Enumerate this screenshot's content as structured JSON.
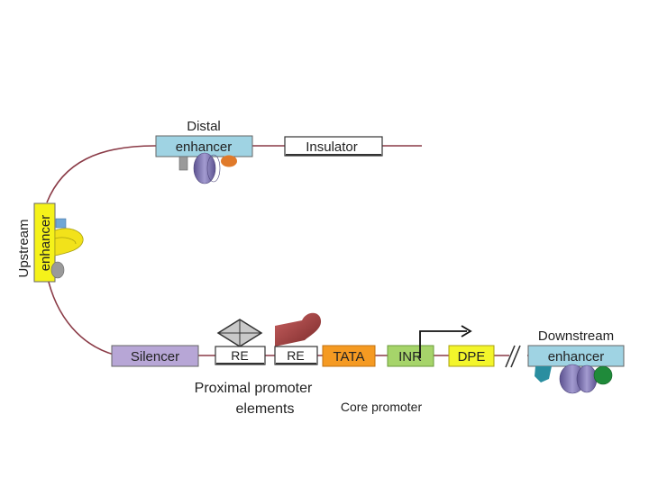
{
  "labels": {
    "distal_top": "Distal",
    "distal_box": "enhancer",
    "insulator": "Insulator",
    "upstream_outer": "Upstream",
    "upstream_box": "enhancer",
    "silencer": "Silencer",
    "re1": "RE",
    "re2": "RE",
    "tata": "TATA",
    "inr": "INR",
    "dpe": "DPE",
    "downstream_top": "Downstream",
    "downstream_box": "enhancer",
    "proximal_line1": "Proximal promoter",
    "proximal_line2": "elements",
    "core_promoter": "Core promoter"
  },
  "colors": {
    "dna_strand": "#8a3a46",
    "enhancer_box": "#9fd3e3",
    "upstream_box": "#f5f21a",
    "silencer_box": "#b7a6d6",
    "tata_box": "#f59a22",
    "inr_box": "#a6d46a",
    "dpe_box": "#f3f52b",
    "insulator_box": "#ffffff",
    "re_box": "#ffffff",
    "factor_purple": "#8a7fbf",
    "factor_orange": "#e07a2a",
    "factor_gray": "#9a9a9a",
    "factor_yellow": "#f2e21a",
    "factor_teal": "#2a8ea0",
    "factor_green": "#1f8a3a",
    "factor_red": "#a03a3a"
  }
}
